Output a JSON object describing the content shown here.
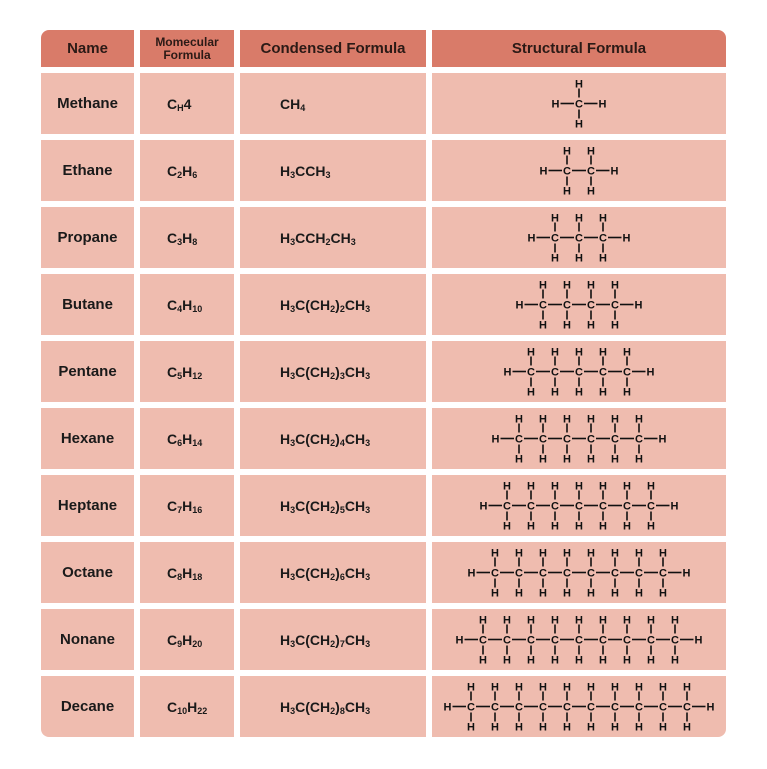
{
  "header": {
    "name": "Name",
    "molecular_line1": "Momecular",
    "molecular_line2": "Formula",
    "condensed": "Condensed Formula",
    "structural": "Structural Formula"
  },
  "atoms": {
    "carbon": "C",
    "hydrogen": "H"
  },
  "rows": [
    {
      "name": "Methane",
      "carbons": 1,
      "molecular": [
        "C",
        "H",
        "4"
      ],
      "condensed": [
        "CH",
        "4"
      ]
    },
    {
      "name": "Ethane",
      "carbons": 2,
      "molecular": [
        "C",
        "2",
        "H",
        "6"
      ],
      "condensed": [
        "H",
        "3",
        "CCH",
        "3"
      ]
    },
    {
      "name": "Propane",
      "carbons": 3,
      "molecular": [
        "C",
        "3",
        "H",
        "8"
      ],
      "condensed": [
        "H",
        "3",
        "CCH",
        "2",
        "CH",
        "3"
      ]
    },
    {
      "name": "Butane",
      "carbons": 4,
      "molecular": [
        "C",
        "4",
        "H",
        "10"
      ],
      "condensed": [
        "H",
        "3",
        "C(CH",
        "2",
        ")",
        "2",
        "CH",
        "3"
      ]
    },
    {
      "name": "Pentane",
      "carbons": 5,
      "molecular": [
        "C",
        "5",
        "H",
        "12"
      ],
      "condensed": [
        "H",
        "3",
        "C(CH",
        "2",
        ")",
        "3",
        "CH",
        "3"
      ]
    },
    {
      "name": "Hexane",
      "carbons": 6,
      "molecular": [
        "C",
        "6",
        "H",
        "14"
      ],
      "condensed": [
        "H",
        "3",
        "C(CH",
        "2",
        ")",
        "4",
        "CH",
        "3"
      ]
    },
    {
      "name": "Heptane",
      "carbons": 7,
      "molecular": [
        "C",
        "7",
        "H",
        "16"
      ],
      "condensed": [
        "H",
        "3",
        "C(CH",
        "2",
        ")",
        "5",
        "CH",
        "3"
      ]
    },
    {
      "name": "Octane",
      "carbons": 8,
      "molecular": [
        "C",
        "8",
        "H",
        "18"
      ],
      "condensed": [
        "H",
        "3",
        "C(CH",
        "2",
        ")",
        "6",
        "CH",
        "3"
      ]
    },
    {
      "name": "Nonane",
      "carbons": 9,
      "molecular": [
        "C",
        "9",
        "H",
        "20"
      ],
      "condensed": [
        "H",
        "3",
        "C(CH",
        "2",
        ")",
        "7",
        "CH",
        "3"
      ]
    },
    {
      "name": "Decane",
      "carbons": 10,
      "molecular": [
        "C",
        "10",
        "H",
        "22"
      ],
      "condensed": [
        "H",
        "3",
        "C(CH",
        "2",
        ")",
        "8",
        "CH",
        "3"
      ]
    }
  ],
  "colors": {
    "header_bg": "#d97b69",
    "row_bg": "#efbcaf",
    "text": "#1a1a1a"
  }
}
